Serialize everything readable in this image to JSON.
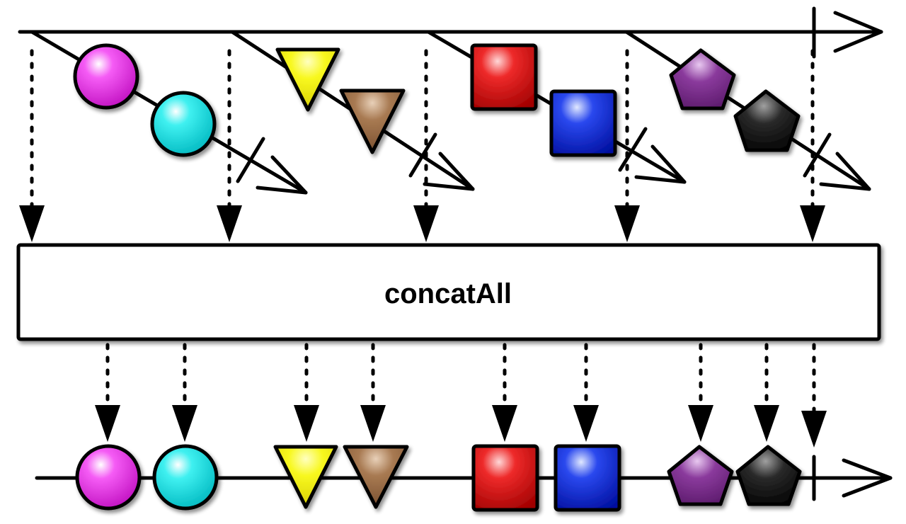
{
  "operator": {
    "label": "concatAll"
  },
  "colors": {
    "line": "#000000",
    "box_fill": "#ffffff",
    "magenta": "#f03cf0",
    "cyan": "#1ee6e6",
    "yellow": "#f5f50a",
    "tan": "#9a6b45",
    "red": "#dc0f0f",
    "blue": "#1432dc",
    "purple": "#7a2a8c",
    "black": "#1a1a1a"
  },
  "source_stream": {
    "description_items": [
      "inner-observable-1",
      "inner-observable-2",
      "inner-observable-3",
      "inner-observable-4"
    ],
    "completes": true
  },
  "inner_observables": [
    {
      "items": [
        {
          "shape": "circle",
          "color": "magenta"
        },
        {
          "shape": "circle",
          "color": "cyan"
        }
      ],
      "completes": true
    },
    {
      "items": [
        {
          "shape": "triangle",
          "color": "yellow"
        },
        {
          "shape": "triangle",
          "color": "tan"
        }
      ],
      "completes": true
    },
    {
      "items": [
        {
          "shape": "square",
          "color": "red"
        },
        {
          "shape": "square",
          "color": "blue"
        }
      ],
      "completes": true
    },
    {
      "items": [
        {
          "shape": "pentagon",
          "color": "purple"
        },
        {
          "shape": "pentagon",
          "color": "black"
        }
      ],
      "completes": true
    }
  ],
  "output_stream": {
    "items": [
      {
        "shape": "circle",
        "color": "magenta"
      },
      {
        "shape": "circle",
        "color": "cyan"
      },
      {
        "shape": "triangle",
        "color": "yellow"
      },
      {
        "shape": "triangle",
        "color": "tan"
      },
      {
        "shape": "square",
        "color": "red"
      },
      {
        "shape": "square",
        "color": "blue"
      },
      {
        "shape": "pentagon",
        "color": "purple"
      },
      {
        "shape": "pentagon",
        "color": "black"
      }
    ],
    "completes": true
  }
}
